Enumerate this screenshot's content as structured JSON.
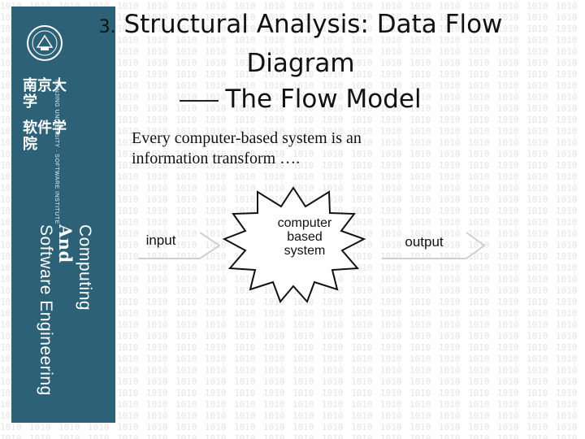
{
  "sidebar": {
    "brand_lines": [
      "南京大学",
      "软件学院"
    ],
    "vertical_text": "NANJING UNIVERSITY · SOFTWARE INSTITUTE",
    "tagline_line1": "Computing",
    "tagline_line2": "And",
    "tagline_line3": "Software Engineering",
    "color": "#2d6177"
  },
  "title": {
    "number": "3.",
    "line1": "Structural Analysis: Data Flow",
    "line2": "Diagram",
    "line3": "The Flow Model"
  },
  "subtitle": {
    "line1": "Every computer-based system is an",
    "line2": "information transform …."
  },
  "diagram": {
    "input_label": "input",
    "system_lines": [
      "computer",
      "based",
      "system"
    ],
    "output_label": "output"
  }
}
